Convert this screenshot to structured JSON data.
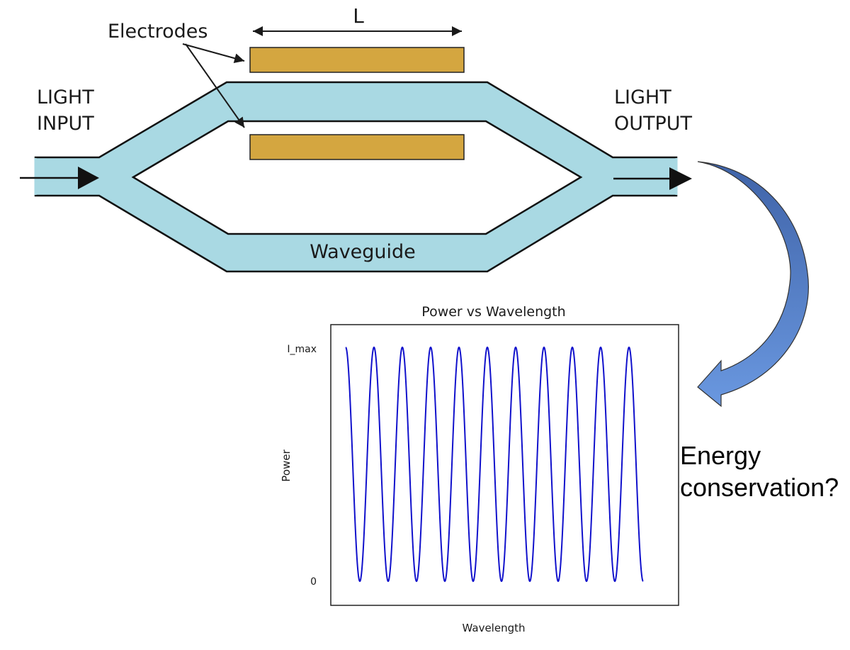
{
  "diagram": {
    "length_label": "L",
    "electrodes_label": "Electrodes",
    "input_label_line1": "LIGHT",
    "input_label_line2": "INPUT",
    "output_label_line1": "LIGHT",
    "output_label_line2": "OUTPUT",
    "waveguide_label": "Waveguide",
    "question_line1": "Energy",
    "question_line2": "conservation?",
    "colors": {
      "waveguide_fill": "#a9d9e3",
      "electrode_fill": "#d4a640",
      "curved_arrow": "#5b86cf",
      "plot_line": "#1111cc"
    }
  },
  "chart_data": {
    "type": "line",
    "title": "Power vs Wavelength",
    "xlabel": "Wavelength",
    "ylabel": "Power",
    "ytick_labels": [
      "I_max",
      "0"
    ],
    "yticks": [
      "I_max",
      "0"
    ],
    "series": [
      {
        "function": "cos^2 fringe pattern",
        "cycles": 10.5,
        "min": 0,
        "max": "I_max"
      }
    ]
  }
}
